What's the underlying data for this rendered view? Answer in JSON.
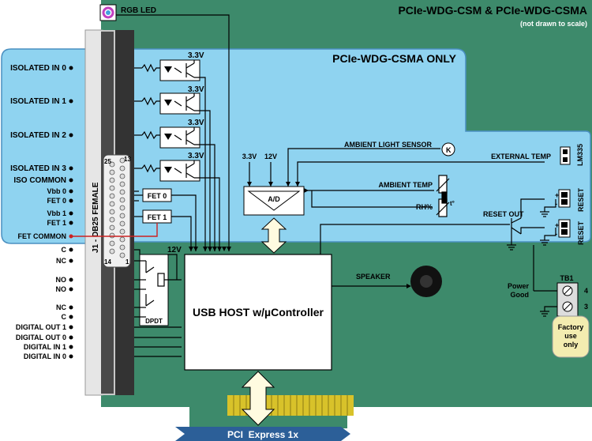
{
  "title": "PCIe-WDG-CSM & PCIe-WDG-CSMA",
  "subtitle": "(not drawn to scale)",
  "csma_zone_title": "PCIe-WDG-CSMA ONLY",
  "rgb_led_label": "RGB LED",
  "connector_label": "J1 - DB25 FEMALE",
  "db25_pin_labels": {
    "p25": "25",
    "p13": "13",
    "p14": "14",
    "p1": "1"
  },
  "left_pins": [
    {
      "label": "ISOLATED IN 0"
    },
    {
      "label": "ISOLATED IN 1"
    },
    {
      "label": "ISOLATED IN 2"
    },
    {
      "label": "ISOLATED IN 3"
    },
    {
      "label": "ISO COMMON"
    },
    {
      "label": "Vbb 0"
    },
    {
      "label": "FET 0"
    },
    {
      "label": "Vbb 1"
    },
    {
      "label": "FET 1"
    },
    {
      "label": "FET COMMON"
    },
    {
      "label": "C"
    },
    {
      "label": "NC"
    },
    {
      "label": "NO"
    },
    {
      "label": "NO"
    },
    {
      "label": "NC"
    },
    {
      "label": "C"
    },
    {
      "label": "DIGITAL OUT 1"
    },
    {
      "label": "DIGITAL OUT 0"
    },
    {
      "label": "DIGITAL IN 1"
    },
    {
      "label": "DIGITAL IN 0"
    }
  ],
  "opto_supply_label": "3.3V",
  "fet_labels": [
    "FET 0",
    "FET 1"
  ],
  "relay_label": "DPDT",
  "relay_supply_label": "12V",
  "adc": {
    "label": "A/D",
    "supply_a": "3.3V",
    "supply_b": "12V"
  },
  "sensors": {
    "ambient_light": "AMBIENT LIGHT SENSOR",
    "external_temp": "EXTERNAL TEMP",
    "lm335": "LM335",
    "ambient_temp": "AMBIENT TEMP",
    "rh": "RH%",
    "t_symbol": "t°"
  },
  "controller_label": "USB HOST w/µController",
  "speaker_label": "SPEAKER",
  "reset_out_label": "RESET OUT",
  "reset_header_label": "RESET",
  "power_good_label": "Power Good",
  "tb1": {
    "label": "TB1",
    "pin4": "4",
    "pin3": "3",
    "factory_note": "Factory use only"
  },
  "pci_label": "PCI  Express 1x",
  "colors": {
    "board": "#3d8a6b",
    "csma_zone": "#8fd3f0",
    "csma_zone_border": "#4a8fc0",
    "fet_common_wire": "#cc2222",
    "pci_banner": "#2c5f98",
    "gold_contacts": "#d8c22a"
  }
}
